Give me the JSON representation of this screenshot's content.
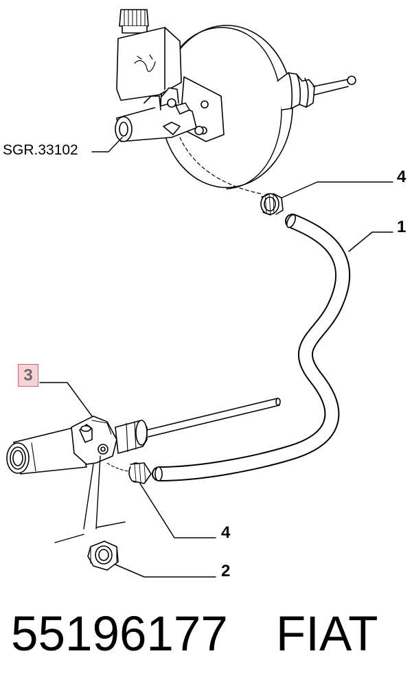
{
  "diagram": {
    "reference_label": "SGR.33102",
    "callouts": {
      "hose": "1",
      "nut": "2",
      "cylinder": "3",
      "clamp_top": "4",
      "clamp_bottom": "4"
    }
  },
  "footer": {
    "part_number": "55196177",
    "brand": "FIAT"
  },
  "colors": {
    "highlight_fill": "#f7d3d6",
    "highlight_border": "#d46470"
  }
}
